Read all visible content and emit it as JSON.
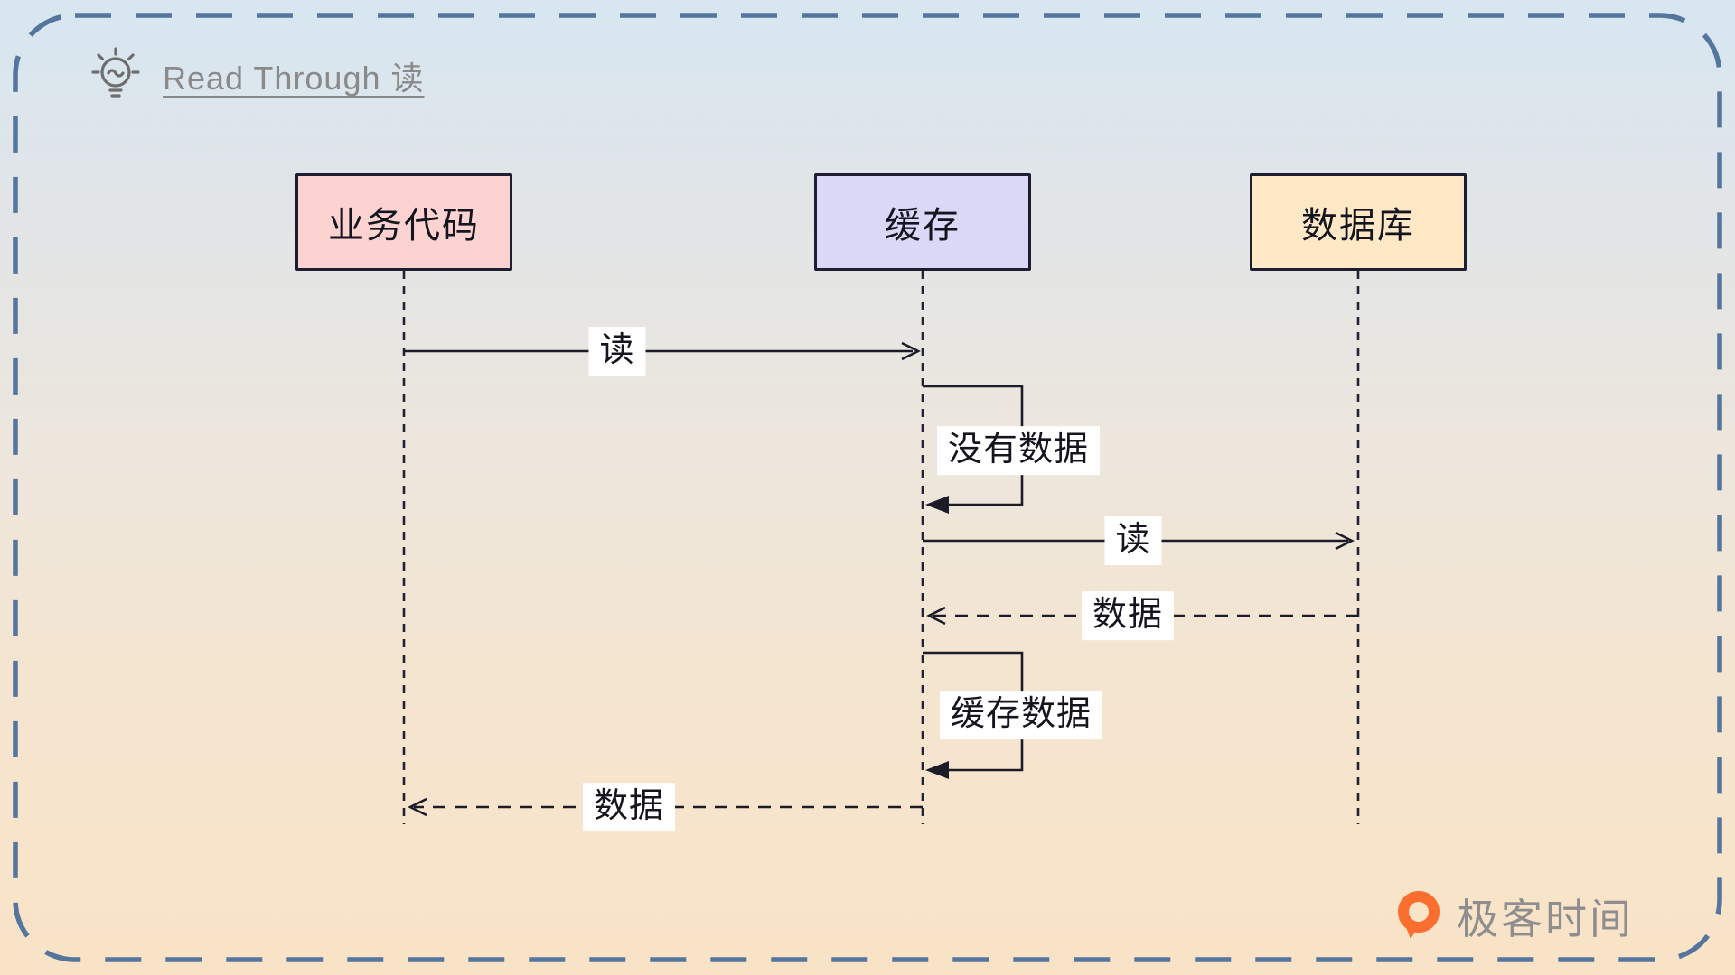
{
  "header": {
    "title": "Read Through 读",
    "icon": "lightbulb-icon"
  },
  "diagram": {
    "type": "sequence",
    "actors": [
      {
        "id": "business-code",
        "label": "业务代码",
        "fill": "#fcd3d1"
      },
      {
        "id": "cache",
        "label": "缓存",
        "fill": "#dbd7f7"
      },
      {
        "id": "database",
        "label": "数据库",
        "fill": "#ffe8c6"
      }
    ],
    "messages": [
      {
        "seq": 1,
        "from": "业务代码",
        "to": "缓存",
        "label": "读",
        "line": "solid",
        "self": false
      },
      {
        "seq": 2,
        "from": "缓存",
        "to": "缓存",
        "label": "没有数据",
        "line": "solid",
        "self": true
      },
      {
        "seq": 3,
        "from": "缓存",
        "to": "数据库",
        "label": "读",
        "line": "solid",
        "self": false
      },
      {
        "seq": 4,
        "from": "数据库",
        "to": "缓存",
        "label": "数据",
        "line": "dashed",
        "self": false
      },
      {
        "seq": 5,
        "from": "缓存",
        "to": "缓存",
        "label": "缓存数据",
        "line": "solid",
        "self": true
      },
      {
        "seq": 6,
        "from": "缓存",
        "to": "业务代码",
        "label": "数据",
        "line": "dashed",
        "self": false
      }
    ]
  },
  "watermark": {
    "brand": "极客时间",
    "icon": "geektime-logo-icon",
    "accent_color": "#fa6e2f"
  },
  "colors": {
    "frame_border": "#54759e",
    "diagram_line": "#1c1c28",
    "background_top": "#d7e6f1",
    "background_bottom": "#f9e3c6"
  }
}
